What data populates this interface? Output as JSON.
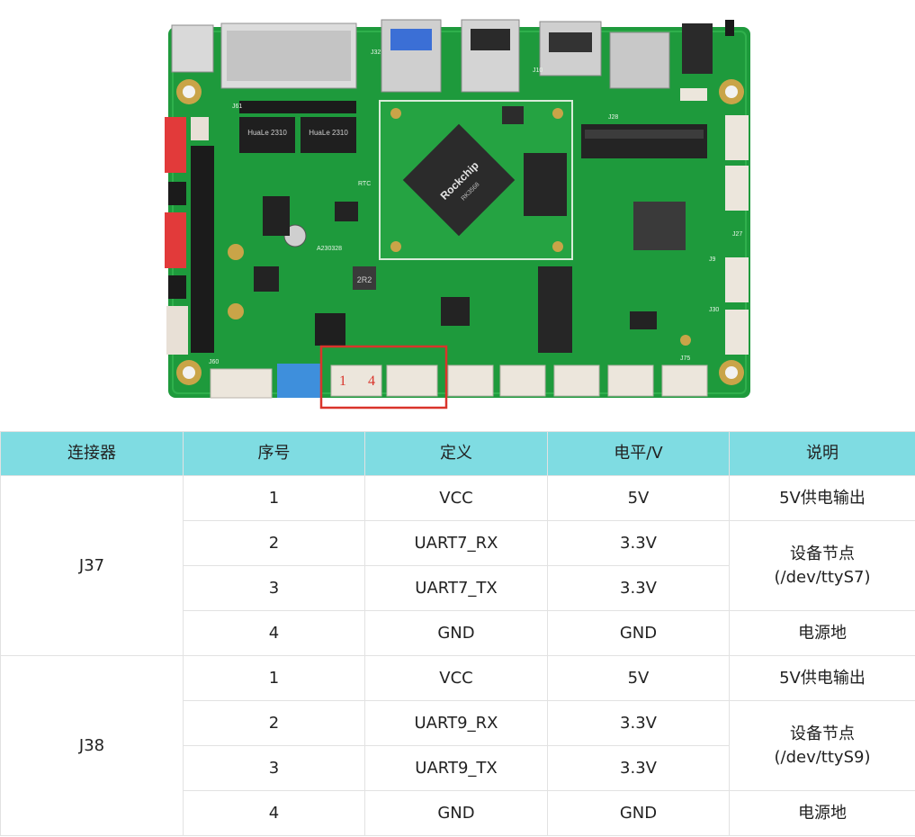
{
  "board": {
    "chip_brand": "Rockchip",
    "chip_model": "RK3568",
    "pin_label_start": "1",
    "pin_label_end": "4",
    "silkscreen": {
      "lan_transformer_a": "HuaLe 2310",
      "lan_transformer_b": "HuaLe 2310",
      "date_code": "A230328",
      "inductor": "2R2",
      "ref_j61": "J61",
      "ref_j32": "J32",
      "ref_j10": "J10",
      "ref_j28": "J28",
      "ref_j27": "J27",
      "ref_j9": "J9",
      "ref_j30": "J30",
      "ref_j75": "J75",
      "ref_j60": "J60",
      "ref_rtc": "RTC"
    },
    "colors": {
      "pcb": "#1e9a3c",
      "highlight": "#d9342b"
    }
  },
  "table": {
    "headers": [
      "连接器",
      "序号",
      "定义",
      "电平/V",
      "说明"
    ],
    "groups": [
      {
        "connector": "J37",
        "rows": [
          {
            "no": "1",
            "def": "VCC",
            "level": "5V",
            "desc": "5V供电输出"
          },
          {
            "no": "2",
            "def": "UART7_RX",
            "level": "3.3V",
            "desc": "设备节点",
            "desc2": "(/dev/ttyS7)"
          },
          {
            "no": "3",
            "def": "UART7_TX",
            "level": "3.3V"
          },
          {
            "no": "4",
            "def": "GND",
            "level": "GND",
            "desc": "电源地"
          }
        ]
      },
      {
        "connector": "J38",
        "rows": [
          {
            "no": "1",
            "def": "VCC",
            "level": "5V",
            "desc": "5V供电输出"
          },
          {
            "no": "2",
            "def": "UART9_RX",
            "level": "3.3V",
            "desc": "设备节点",
            "desc2": "(/dev/ttyS9)"
          },
          {
            "no": "3",
            "def": "UART9_TX",
            "level": "3.3V"
          },
          {
            "no": "4",
            "def": "GND",
            "level": "GND",
            "desc": "电源地"
          }
        ]
      }
    ],
    "header_color": "#7fdce2"
  }
}
